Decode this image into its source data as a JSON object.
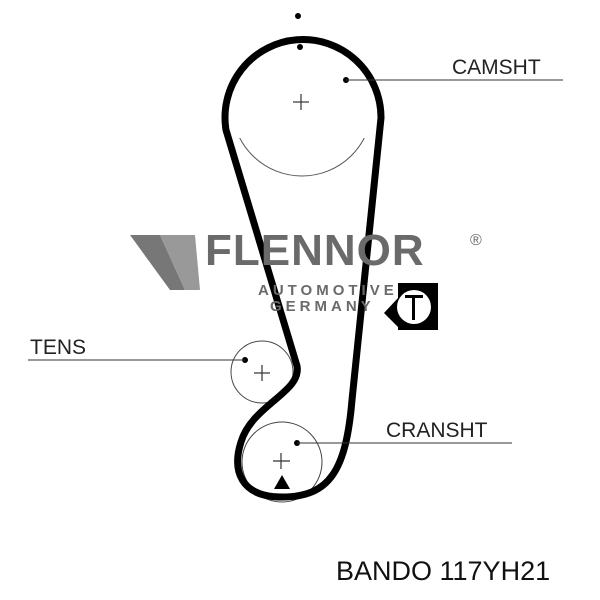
{
  "labels": {
    "camshaft": "CAMSHT",
    "tensioner": "TENS",
    "crankshaft": "CRANSHT"
  },
  "watermark": {
    "brand": "FLENNOR",
    "registered": "®",
    "line1": "AUTOMOTIVE",
    "line2": "GERMANY"
  },
  "badge": {
    "letter": "T"
  },
  "part_number": "BANDO 117YH21"
}
